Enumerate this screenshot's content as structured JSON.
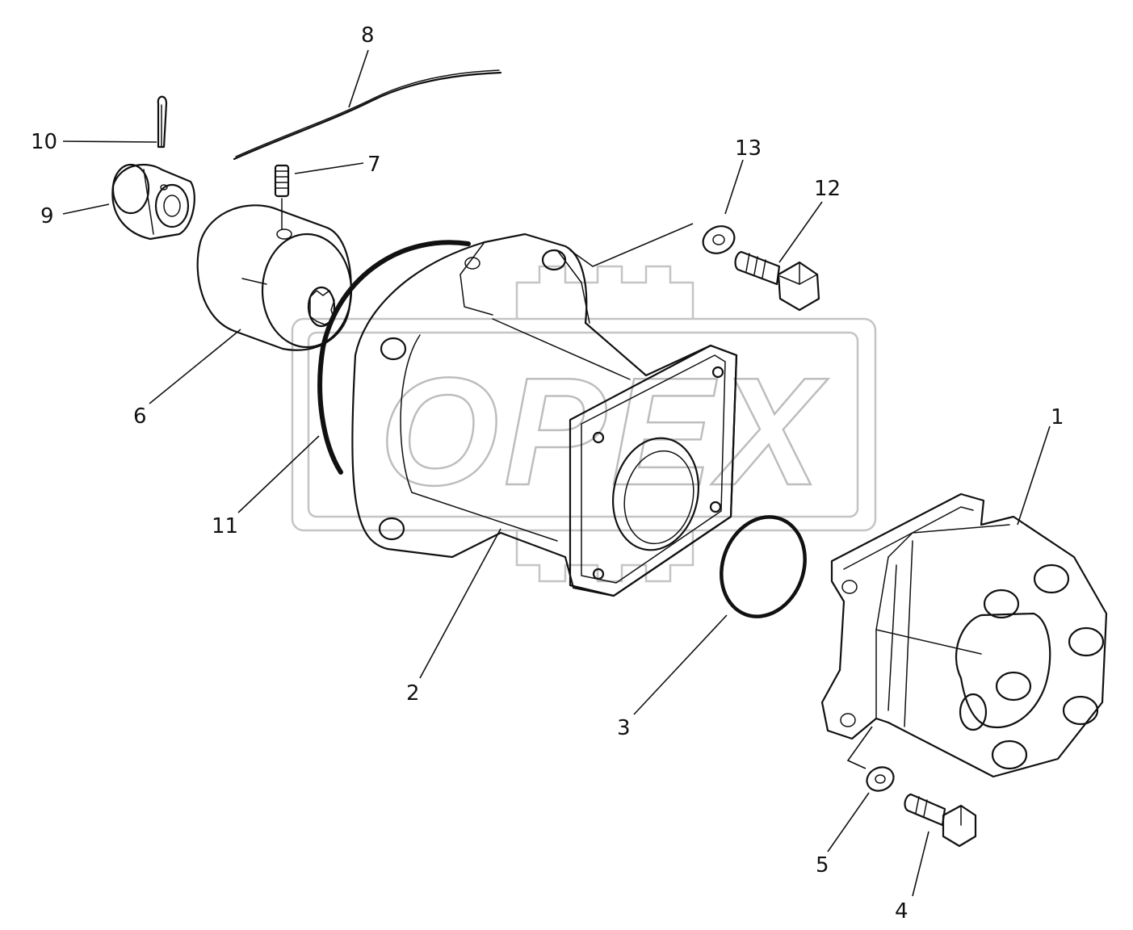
{
  "watermark": {
    "text": "OPEX",
    "color": "#bdbdbd"
  },
  "callouts": [
    {
      "id": "1",
      "label": "1"
    },
    {
      "id": "2",
      "label": "2"
    },
    {
      "id": "3",
      "label": "3"
    },
    {
      "id": "4",
      "label": "4"
    },
    {
      "id": "5",
      "label": "5"
    },
    {
      "id": "6",
      "label": "6"
    },
    {
      "id": "7",
      "label": "7"
    },
    {
      "id": "8",
      "label": "8"
    },
    {
      "id": "9",
      "label": "9"
    },
    {
      "id": "10",
      "label": "10"
    },
    {
      "id": "11",
      "label": "11"
    },
    {
      "id": "12",
      "label": "12"
    },
    {
      "id": "13",
      "label": "13"
    }
  ]
}
